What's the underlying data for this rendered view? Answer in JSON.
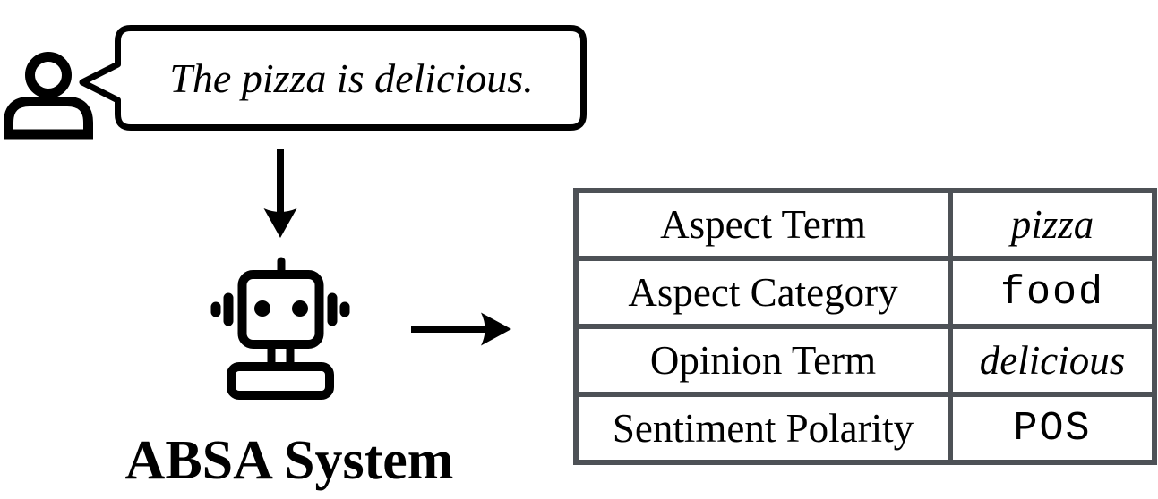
{
  "colors": {
    "ink": "#000000",
    "table_border": "#4d5156",
    "background": "#ffffff"
  },
  "person": {
    "icon": "person-icon"
  },
  "speech_bubble": {
    "text": "The pizza is delicious."
  },
  "flow": {
    "down_arrow_icon": "arrow-down-icon",
    "right_arrow_icon": "arrow-right-icon"
  },
  "absa_system": {
    "icon": "robot-icon",
    "label": "ABSA System"
  },
  "output_table": {
    "rows": [
      {
        "label": "Aspect Term",
        "value": "pizza",
        "value_style": "italic-serif"
      },
      {
        "label": "Aspect Category",
        "value": "food",
        "value_style": "monospace"
      },
      {
        "label": "Opinion Term",
        "value": "delicious",
        "value_style": "italic-serif"
      },
      {
        "label": "Sentiment Polarity",
        "value": "POS",
        "value_style": "monospace"
      }
    ]
  }
}
